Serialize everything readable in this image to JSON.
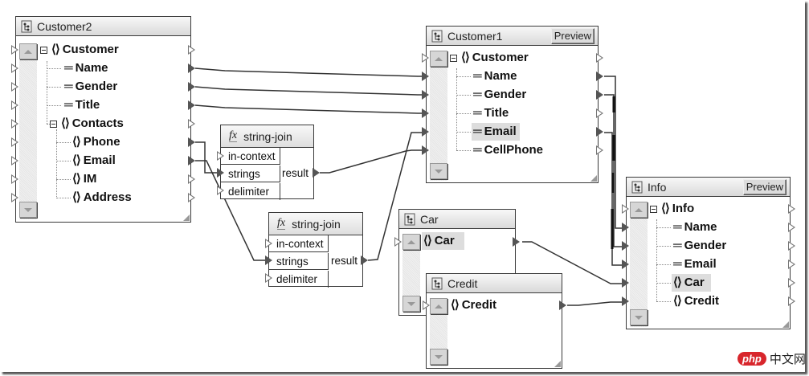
{
  "components": {
    "customer2": {
      "title": "Customer2",
      "rows": [
        {
          "symbol": "()",
          "label": "Customer",
          "expandable": true
        },
        {
          "symbol": "=",
          "label": "Name"
        },
        {
          "symbol": "=",
          "label": "Gender"
        },
        {
          "symbol": "=",
          "label": "Title"
        },
        {
          "symbol": "()",
          "label": "Contacts",
          "expandable": true
        },
        {
          "symbol": "()",
          "label": "Phone"
        },
        {
          "symbol": "()",
          "label": "Email"
        },
        {
          "symbol": "()",
          "label": "IM"
        },
        {
          "symbol": "()",
          "label": "Address"
        }
      ]
    },
    "customer1": {
      "title": "Customer1",
      "preview_label": "Preview",
      "rows": [
        {
          "symbol": "()",
          "label": "Customer",
          "expandable": true
        },
        {
          "symbol": "=",
          "label": "Name"
        },
        {
          "symbol": "=",
          "label": "Gender"
        },
        {
          "symbol": "=",
          "label": "Title"
        },
        {
          "symbol": "=",
          "label": "Email",
          "highlighted": true
        },
        {
          "symbol": "=",
          "label": "CellPhone"
        }
      ]
    },
    "car": {
      "title": "Car",
      "rows": [
        {
          "symbol": "()",
          "label": "Car",
          "highlighted": true
        }
      ]
    },
    "credit": {
      "title": "Credit",
      "rows": [
        {
          "symbol": "()",
          "label": "Credit"
        }
      ]
    },
    "info": {
      "title": "Info",
      "preview_label": "Preview",
      "rows": [
        {
          "symbol": "()",
          "label": "Info",
          "expandable": true
        },
        {
          "symbol": "=",
          "label": "Name"
        },
        {
          "symbol": "=",
          "label": "Gender"
        },
        {
          "symbol": "=",
          "label": "Email"
        },
        {
          "symbol": "()",
          "label": "Car",
          "highlighted": true
        },
        {
          "symbol": "()",
          "label": "Credit"
        }
      ]
    }
  },
  "functions": {
    "join1": {
      "title": "string-join",
      "icon": "fx-icon",
      "inputs": [
        "in-context",
        "strings",
        "delimiter"
      ],
      "output": "result"
    },
    "join2": {
      "title": "string-join",
      "icon": "fx-icon",
      "inputs": [
        "in-context",
        "strings",
        "delimiter"
      ],
      "output": "result"
    }
  },
  "connections": [
    {
      "from": "Customer2.Name",
      "to": "Customer1.Name"
    },
    {
      "from": "Customer2.Gender",
      "to": "Customer1.Gender"
    },
    {
      "from": "Customer2.Title",
      "to": "Customer1.Title"
    },
    {
      "from": "Customer2.Phone",
      "to": "string-join(1).strings"
    },
    {
      "from": "Customer2.Email",
      "to": "string-join(2).strings"
    },
    {
      "from": "string-join(1).result",
      "to": "Customer1.CellPhone"
    },
    {
      "from": "string-join(2).result",
      "to": "Customer1.Email"
    },
    {
      "from": "Customer1.Name",
      "to": "Info.Name"
    },
    {
      "from": "Customer1.Gender",
      "to": "Info.Gender"
    },
    {
      "from": "Customer1.Email",
      "to": "Info.Email"
    },
    {
      "from": "Car.Car",
      "to": "Info.Car"
    },
    {
      "from": "Credit.Credit",
      "to": "Info.Credit"
    }
  ],
  "watermark": {
    "brand": "php",
    "text": "中文网"
  }
}
